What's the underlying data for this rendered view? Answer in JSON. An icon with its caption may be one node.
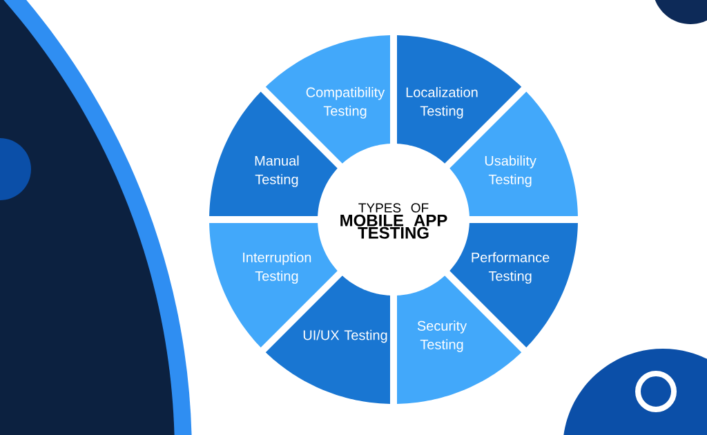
{
  "diagram": {
    "nodes": [
      {
        "text": [
          "TYPES OF",
          "MOBILE APP TESTING"
        ]
      },
      {
        "text": [
          "Localization Testing"
        ]
      },
      {
        "text": [
          "Usability Testing"
        ]
      },
      {
        "text": [
          "Performance Testing"
        ]
      },
      {
        "text": [
          "Security Testing"
        ]
      },
      {
        "text": [
          "UI/UX Testing"
        ]
      },
      {
        "text": [
          "Interruption Testing"
        ]
      },
      {
        "text": [
          "Manual Testing"
        ]
      },
      {
        "text": [
          "Compatibility Testing"
        ]
      }
    ]
  }
}
